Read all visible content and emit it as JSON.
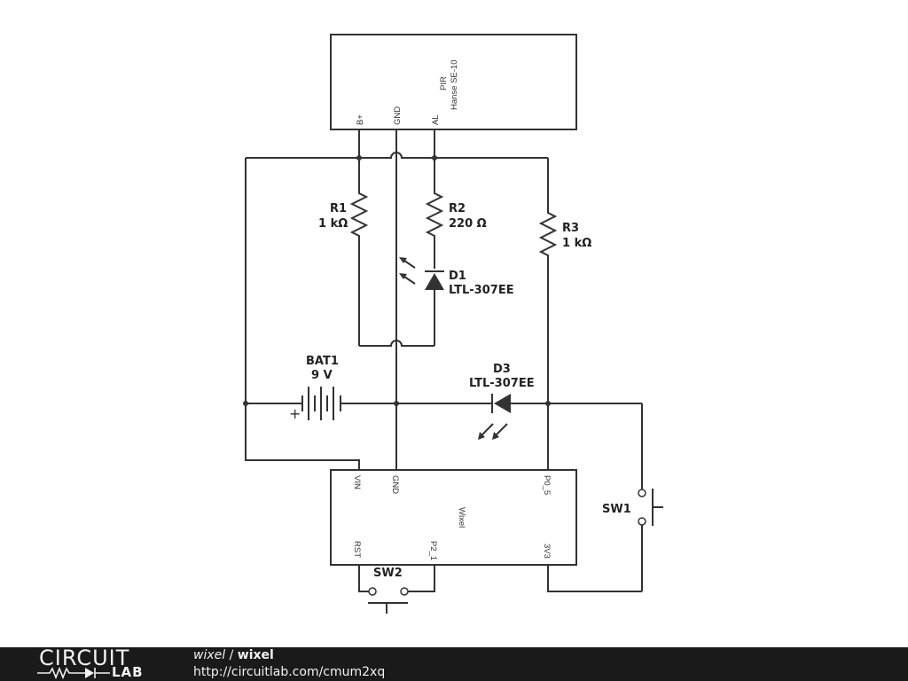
{
  "components": {
    "pir": {
      "name": "PIR",
      "model": "Hanse SE-10",
      "pins": [
        "B+",
        "GND",
        "AL"
      ]
    },
    "wixel": {
      "name": "Wixel",
      "pins": [
        "VIN",
        "GND",
        "P0_5",
        "RST",
        "P2_1",
        "3V3"
      ]
    },
    "r1": {
      "ref": "R1",
      "value": "1 kΩ"
    },
    "r2": {
      "ref": "R2",
      "value": "220 Ω"
    },
    "r3": {
      "ref": "R3",
      "value": "1 kΩ"
    },
    "d1": {
      "ref": "D1",
      "value": "LTL-307EE"
    },
    "d3": {
      "ref": "D3",
      "value": "LTL-307EE"
    },
    "bat1": {
      "ref": "BAT1",
      "value": "9 V",
      "polarity": "+"
    },
    "sw1": {
      "ref": "SW1"
    },
    "sw2": {
      "ref": "SW2"
    }
  },
  "footer": {
    "logo_top": "CIRCUIT",
    "logo_bottom": "LAB",
    "user": "wixel",
    "separator": " / ",
    "project": "wixel",
    "url": "http://circuitlab.com/cmum2xq"
  }
}
